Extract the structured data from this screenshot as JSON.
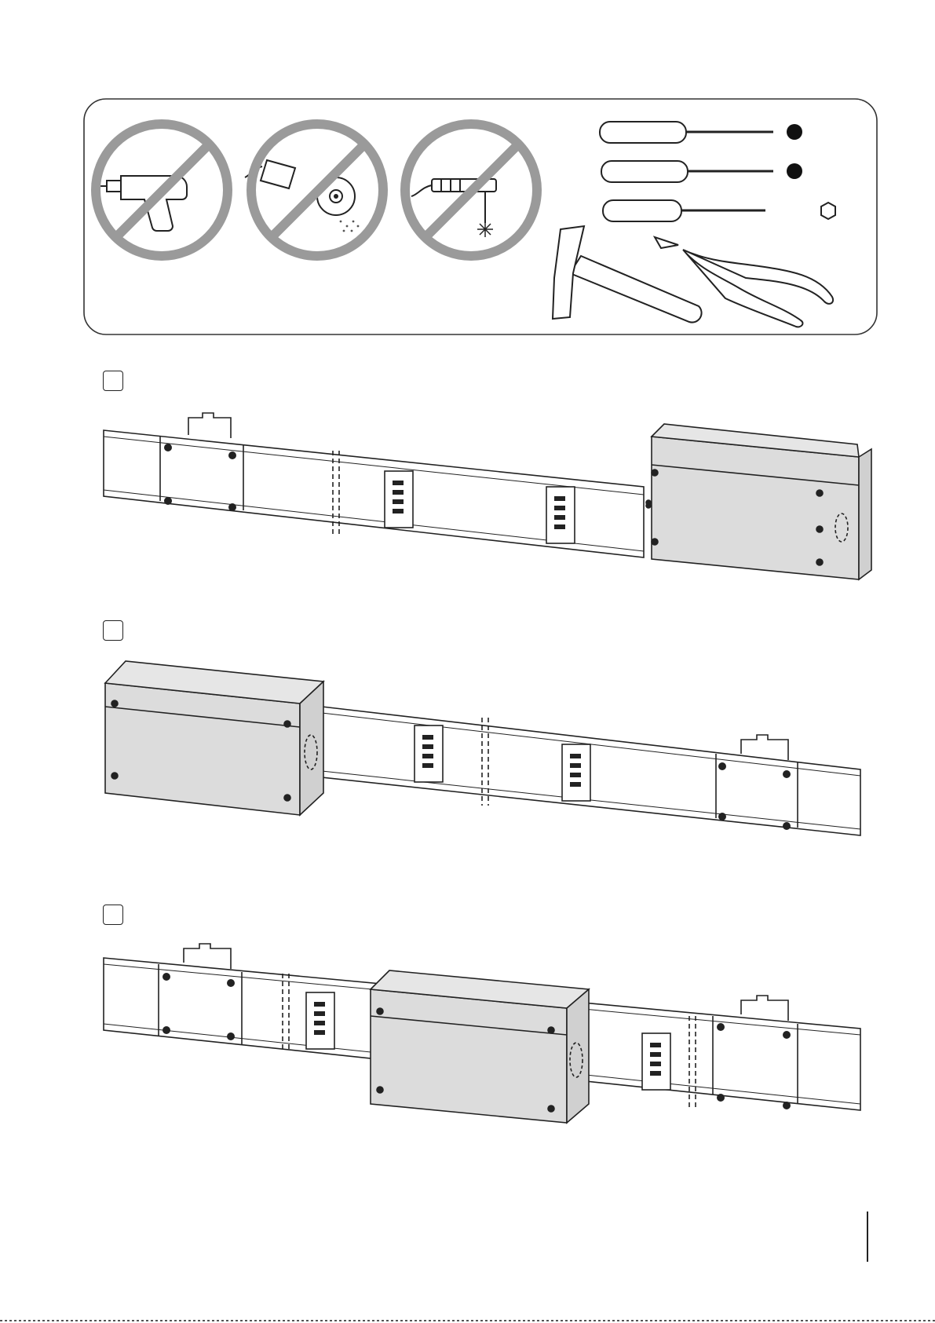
{
  "page": {
    "title": "",
    "page_number": ""
  },
  "tools_panel": {
    "prohibited_tools": [
      {
        "icon": "drill-icon"
      },
      {
        "icon": "angle-grinder-icon"
      },
      {
        "icon": "welding-icon"
      }
    ],
    "allowed_tools": [
      {
        "icon": "phillips-screwdriver-icon",
        "marker": "filled-circle"
      },
      {
        "icon": "flat-screwdriver-icon",
        "marker": "filled-circle"
      },
      {
        "icon": "hex-screwdriver-icon",
        "marker": "hexagon-outline"
      },
      {
        "icon": "hammer-icon"
      },
      {
        "icon": "pliers-icon"
      }
    ]
  },
  "steps": [
    {
      "label": "",
      "box_position": "right"
    },
    {
      "label": "",
      "box_position": "left"
    },
    {
      "label": "",
      "box_position": "middle"
    }
  ],
  "colors": {
    "prohibition_ring": "#9a9a9a",
    "box_fill": "#dcdcdc",
    "line": "#1a1a1a"
  }
}
